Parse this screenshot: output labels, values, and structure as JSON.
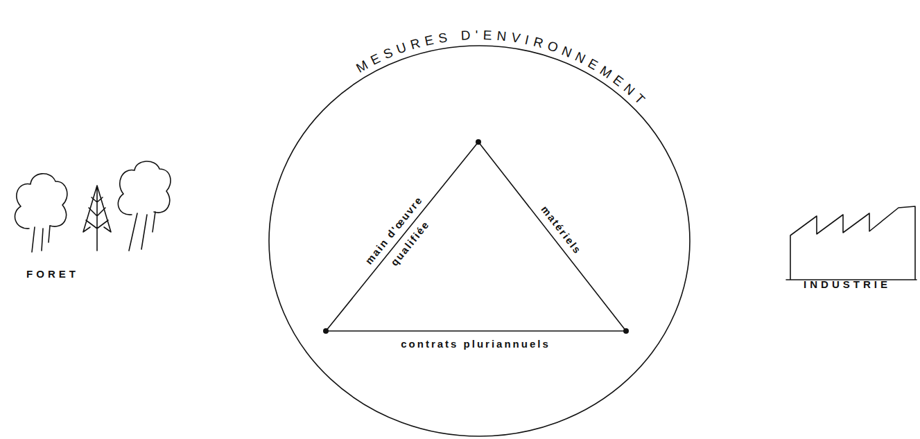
{
  "diagram": {
    "nodes": [
      {
        "text": [
          "MESURES D'ENVIRONNEMENT"
        ]
      }
    ],
    "labels": [
      "FORET",
      "main d'œuvre qualifiée",
      "matériels",
      "contrats pluriannuels",
      "INDUSTRIE"
    ]
  }
}
